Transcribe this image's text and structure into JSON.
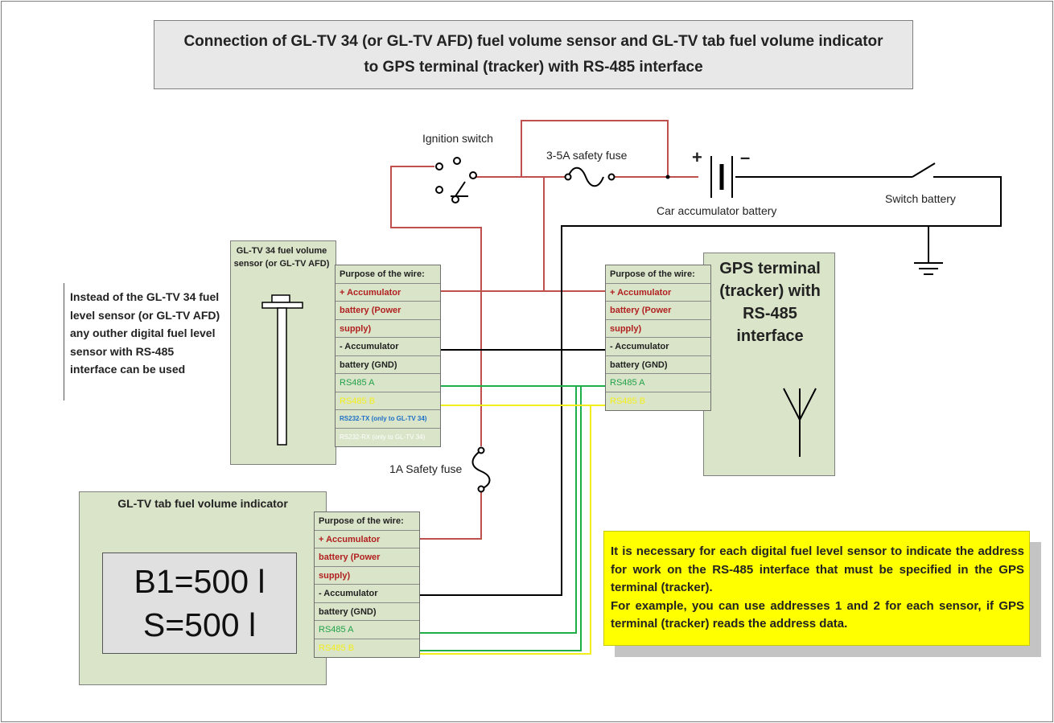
{
  "title": {
    "line1": "Connection of GL-TV 34 (or GL-TV AFD) fuel volume sensor and GL-TV tab fuel volume indicator",
    "line2": "to GPS terminal (tracker) with RS-485 interface"
  },
  "labels": {
    "ignition_switch": "Ignition switch",
    "fuse_main": "3-5A safety fuse",
    "battery": "Car accumulator battery",
    "battery_plus": "+",
    "battery_minus": "–",
    "switch_battery": "Switch  battery",
    "fuse_small": "1A Safety fuse"
  },
  "sensor": {
    "title": "GL-TV 34 fuel volume sensor (or GL-TV AFD)",
    "rows": [
      "Purpose of the wire:",
      " + Accumulator",
      "battery (Power",
      "supply)",
      " - Accumulator",
      "battery (GND)",
      "RS485 A",
      "RS485 B",
      "RS232-TX (only to GL-TV 34)",
      "RS232-RX (only to GL-TV 34)"
    ]
  },
  "gps": {
    "title_line1": "GPS terminal",
    "title_line2": "(tracker) with",
    "title_line3": "RS-485",
    "title_line4": "interface",
    "rows": [
      "Purpose of the wire:",
      " + Accumulator",
      "battery (Power",
      "supply)",
      " - Accumulator",
      "battery (GND)",
      "RS485 A",
      "RS485 B"
    ]
  },
  "indicator": {
    "title": "GL-TV tab fuel volume indicator",
    "display_line1": "B1=500 l",
    "display_line2": "S=500 l",
    "rows": [
      "Purpose of the wire:",
      " + Accumulator",
      "battery (Power",
      "supply)",
      " - Accumulator",
      "battery (GND)",
      "RS485 A",
      "RS485 B"
    ]
  },
  "note_left": "Instead of  the GL-TV 34 fuel level sensor (or GL-TV AFD) any outher digital fuel level sensor with RS-485 interface can be used",
  "note_yellow": {
    "p1": "It is necessary for each digital fuel  level sensor to indicate the address  for work on the RS-485 interface  that must be specified in the GPS terminal (tracker).",
    "p2": "For example, you can use  addresses 1 and 2 for each sensor, if GPS terminal (tracker) reads the address data."
  },
  "colors": {
    "power": "#c0504d",
    "ground": "#000000",
    "rs485_a": "#1fae4a",
    "rs485_b": "#f2ee1c",
    "panel": "#d9e4c9",
    "note": "#ffff00"
  }
}
